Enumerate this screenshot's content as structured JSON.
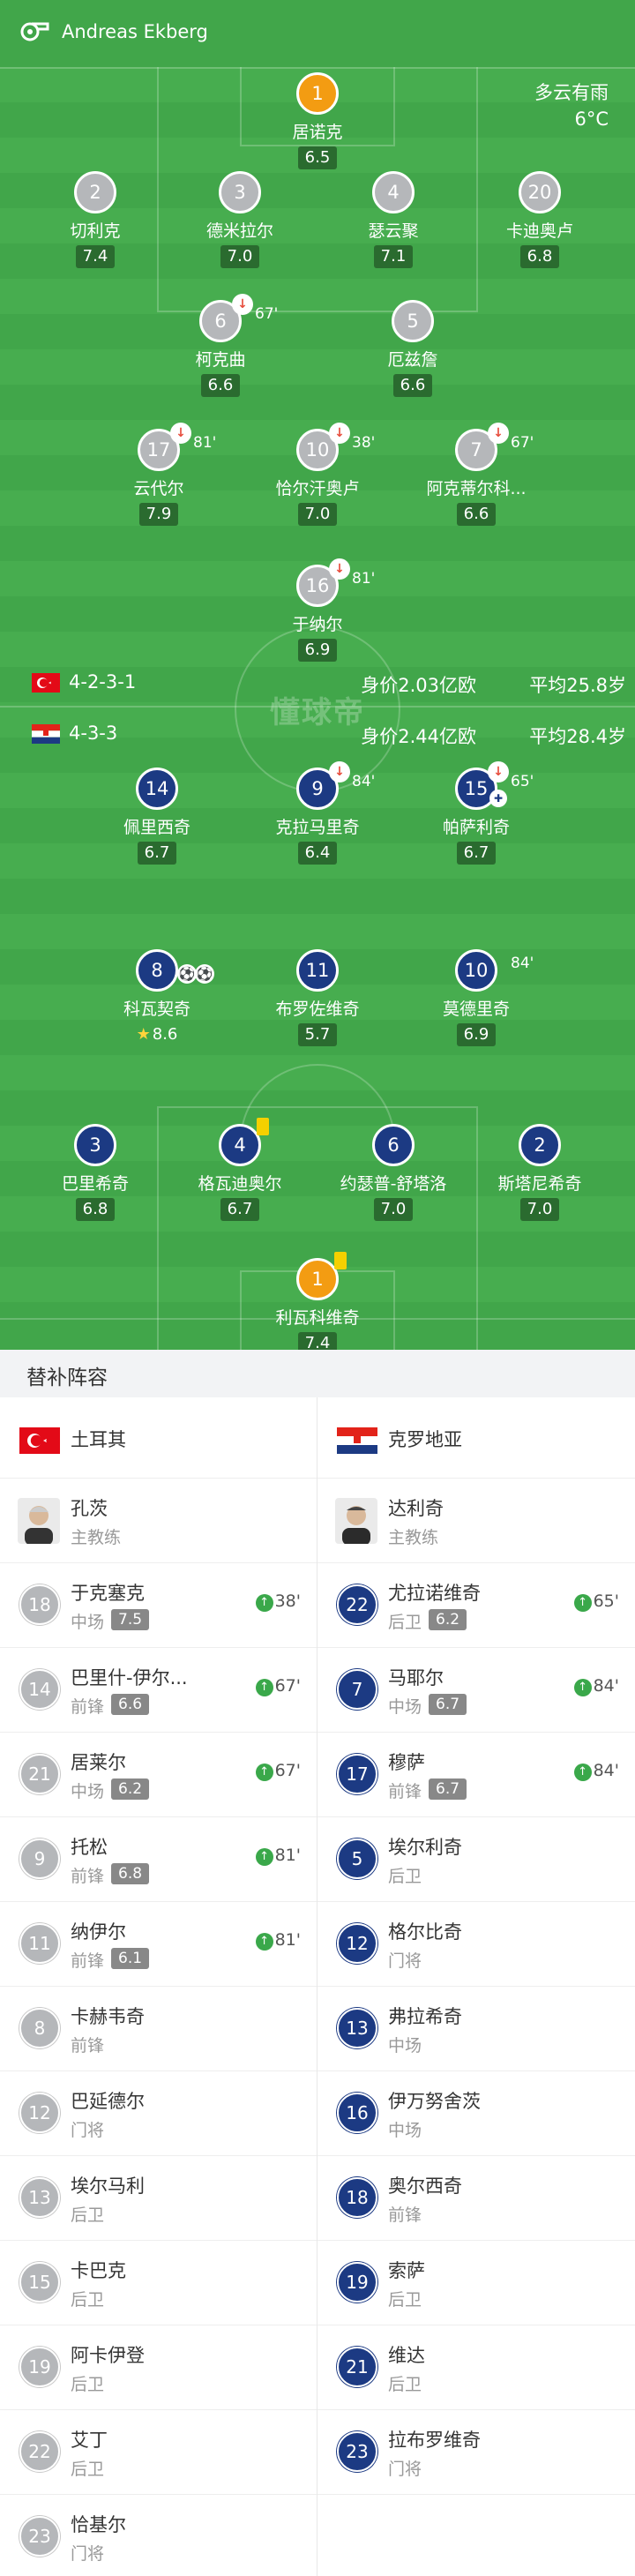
{
  "header": {
    "referee": "Andreas Ekberg",
    "weather": "多云有雨",
    "temperature": "6°C"
  },
  "watermark": "懂球帝",
  "team_a": {
    "formation": "4-2-3-1",
    "value": "身价2.03亿欧",
    "avg_age": "平均25.8岁",
    "players": {
      "p1": {
        "num": "1",
        "name": "居诺克",
        "rating": "6.5"
      },
      "p2": {
        "num": "2",
        "name": "切利克",
        "rating": "7.4"
      },
      "p3": {
        "num": "3",
        "name": "德米拉尔",
        "rating": "7.0"
      },
      "p4": {
        "num": "4",
        "name": "瑟云聚",
        "rating": "7.1"
      },
      "p20": {
        "num": "20",
        "name": "卡迪奥卢",
        "rating": "6.8"
      },
      "p6": {
        "num": "6",
        "name": "柯克曲",
        "rating": "6.6",
        "sub": "67'"
      },
      "p5": {
        "num": "5",
        "name": "厄兹詹",
        "rating": "6.6"
      },
      "p17": {
        "num": "17",
        "name": "云代尔",
        "rating": "7.9",
        "sub": "81'"
      },
      "p10": {
        "num": "10",
        "name": "恰尔汗奥卢",
        "rating": "7.0",
        "sub": "38'"
      },
      "p7": {
        "num": "7",
        "name": "阿克蒂尔科...",
        "rating": "6.6",
        "sub": "67'"
      },
      "p16": {
        "num": "16",
        "name": "于纳尔",
        "rating": "6.9",
        "sub": "81'"
      }
    }
  },
  "team_b": {
    "formation": "4-3-3",
    "value": "身价2.44亿欧",
    "avg_age": "平均28.4岁",
    "players": {
      "p14": {
        "num": "14",
        "name": "佩里西奇",
        "rating": "6.7"
      },
      "p9": {
        "num": "9",
        "name": "克拉马里奇",
        "rating": "6.4",
        "sub": "84'"
      },
      "p15": {
        "num": "15",
        "name": "帕萨利奇",
        "rating": "6.7",
        "sub": "65'"
      },
      "p8": {
        "num": "8",
        "name": "科瓦契奇",
        "rating": "8.6"
      },
      "p11": {
        "num": "11",
        "name": "布罗佐维奇",
        "rating": "5.7"
      },
      "p10": {
        "num": "10",
        "name": "莫德里奇",
        "rating": "6.9",
        "sub": "84'"
      },
      "p3": {
        "num": "3",
        "name": "巴里希奇",
        "rating": "6.8"
      },
      "p4": {
        "num": "4",
        "name": "格瓦迪奥尔",
        "rating": "6.7"
      },
      "p6": {
        "num": "6",
        "name": "约瑟普-舒塔洛",
        "rating": "7.0"
      },
      "p2": {
        "num": "2",
        "name": "斯塔尼希奇",
        "rating": "7.0"
      },
      "p1": {
        "num": "1",
        "name": "利瓦科维奇",
        "rating": "7.4"
      }
    }
  },
  "subs": {
    "title": "替补阵容",
    "team_a": {
      "name": "土耳其",
      "coach": {
        "name": "孔茨",
        "role": "主教练"
      },
      "list": [
        {
          "num": "18",
          "name": "于克塞克",
          "pos": "中场",
          "rating": "7.5",
          "in": "38'"
        },
        {
          "num": "14",
          "name": "巴里什-伊尔...",
          "pos": "前锋",
          "rating": "6.6",
          "in": "67'"
        },
        {
          "num": "21",
          "name": "居莱尔",
          "pos": "中场",
          "rating": "6.2",
          "in": "67'"
        },
        {
          "num": "9",
          "name": "托松",
          "pos": "前锋",
          "rating": "6.8",
          "in": "81'"
        },
        {
          "num": "11",
          "name": "纳伊尔",
          "pos": "前锋",
          "rating": "6.1",
          "in": "81'"
        },
        {
          "num": "8",
          "name": "卡赫韦奇",
          "pos": "前锋"
        },
        {
          "num": "12",
          "name": "巴延德尔",
          "pos": "门将"
        },
        {
          "num": "13",
          "name": "埃尔马利",
          "pos": "后卫"
        },
        {
          "num": "15",
          "name": "卡巴克",
          "pos": "后卫"
        },
        {
          "num": "19",
          "name": "阿卡伊登",
          "pos": "后卫"
        },
        {
          "num": "22",
          "name": "艾丁",
          "pos": "后卫"
        },
        {
          "num": "23",
          "name": "恰基尔",
          "pos": "门将"
        }
      ]
    },
    "team_b": {
      "name": "克罗地亚",
      "coach": {
        "name": "达利奇",
        "role": "主教练"
      },
      "list": [
        {
          "num": "22",
          "name": "尤拉诺维奇",
          "pos": "后卫",
          "rating": "6.2",
          "in": "65'"
        },
        {
          "num": "7",
          "name": "马耶尔",
          "pos": "中场",
          "rating": "6.7",
          "in": "84'"
        },
        {
          "num": "17",
          "name": "穆萨",
          "pos": "前锋",
          "rating": "6.7",
          "in": "84'"
        },
        {
          "num": "5",
          "name": "埃尔利奇",
          "pos": "后卫"
        },
        {
          "num": "12",
          "name": "格尔比奇",
          "pos": "门将"
        },
        {
          "num": "13",
          "name": "弗拉希奇",
          "pos": "中场"
        },
        {
          "num": "16",
          "name": "伊万努舍茨",
          "pos": "中场"
        },
        {
          "num": "18",
          "name": "奥尔西奇",
          "pos": "前锋"
        },
        {
          "num": "19",
          "name": "索萨",
          "pos": "后卫"
        },
        {
          "num": "21",
          "name": "维达",
          "pos": "后卫"
        },
        {
          "num": "23",
          "name": "拉布罗维奇",
          "pos": "门将"
        }
      ]
    }
  },
  "colors": {
    "pitch": "#41a64a",
    "team_a": "#b5b7ba",
    "team_b": "#1c3a83",
    "gk": "#f39c12",
    "rating_bg": "#2a6b2f",
    "sub_in": "#3aa84a"
  },
  "icons": [
    "whistle-icon",
    "substitution-off-icon",
    "yellow-card-icon",
    "goal-ball-icon",
    "star-icon",
    "injury-icon",
    "sub-in-arrow-icon",
    "flag-turkey-icon",
    "flag-croatia-icon"
  ]
}
